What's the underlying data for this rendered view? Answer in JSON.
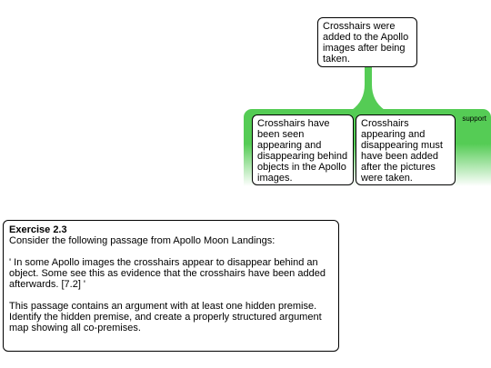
{
  "argument_map": {
    "conclusion": "Crosshairs were added to the Apollo images after being taken.",
    "support_label": "support",
    "premises": [
      "Crosshairs have been seen appearing and disappearing behind objects in the Apollo images.",
      "Crosshairs appearing and disappearing must have been added after the pictures were taken."
    ]
  },
  "exercise": {
    "title": "Exercise 2.3",
    "intro": "Consider the following passage from Apollo Moon Landings:",
    "quote": "' In some Apollo images the crosshairs appear to disappear behind an object. Some see this as evidence that the crosshairs have been added afterwards. [7.2] '",
    "task": "This passage contains an argument with at least one hidden premise. Identify the hidden premise, and create a properly structured argument map showing all co-premises."
  },
  "colors": {
    "support_green": "#55cc55",
    "border": "#000000"
  }
}
